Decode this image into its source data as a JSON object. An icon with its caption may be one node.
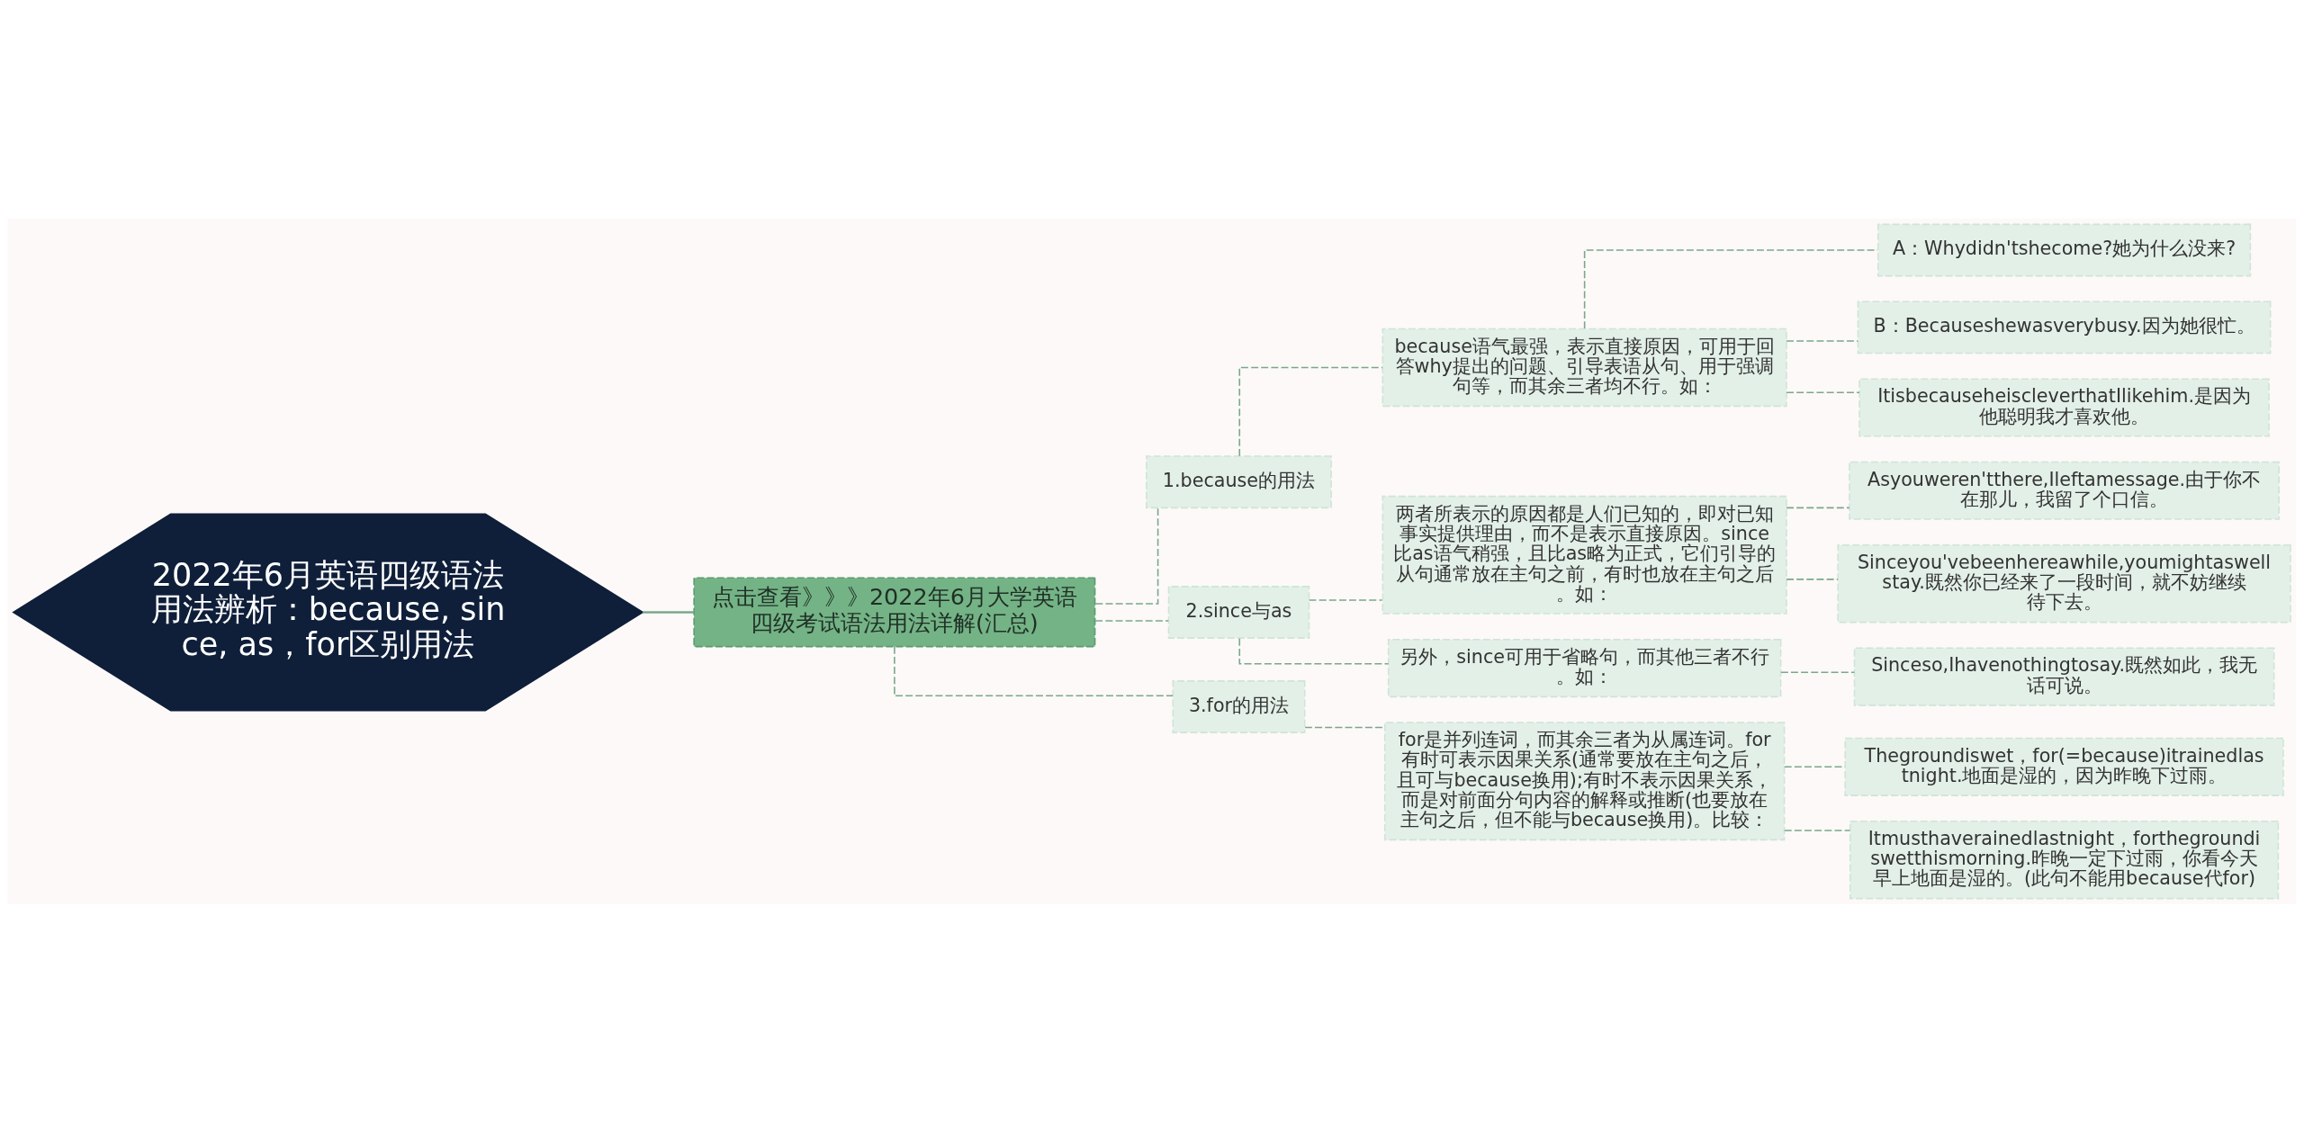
{
  "diagram": {
    "nodes": [
      {
        "text": [
          "2022年6月英语四级语法用法辨析：because, since, as，for区别用法"
        ]
      },
      {
        "text": [
          "点击查看》》》2022年6月大学英语四级考试语法用法详解(汇总)"
        ]
      },
      {
        "text": [
          "1.because的用法"
        ]
      },
      {
        "text": [
          "2.since与as"
        ]
      },
      {
        "text": [
          "3.for的用法"
        ]
      },
      {
        "text": [
          "because语气最强，表示直接原因，可用于回答why提出的问题、引导表语从句、用于强调句等，而其余三者均不行。如："
        ]
      },
      {
        "text": [
          "A：Whydidn'tshecome?她为什么没来?"
        ]
      },
      {
        "text": [
          "B：Becauseshewasverybusy.因为她很忙。"
        ]
      },
      {
        "text": [
          "ItisbecauseheiscleverthatIlikehim.是因为他聪明我才喜欢他。"
        ]
      },
      {
        "text": [
          "两者所表示的原因都是人们已知的，即对已知事实提供理由，而不是表示直接原因。since比as语气稍强，且比as略为正式，它们引导的从句通常放在主句之前，有时也放在主句之后。如："
        ]
      },
      {
        "text": [
          "Asyouweren'tthere,Ileftamessage.由于你不在那儿，我留了个口信。"
        ]
      },
      {
        "text": [
          "Sinceyou'vebeenhereawhile,youmightaswellstay.既然你已经来了一段时间，就不妨继续待下去。"
        ]
      },
      {
        "text": [
          "另外，since可用于省略句，而其他三者不行。如："
        ]
      },
      {
        "text": [
          "Sinceso,Ihavenothingtosay.既然如此，我无话可说。"
        ]
      },
      {
        "text": [
          "for是并列连词，而其余三者为从属连词。for有时可表示因果关系(通常要放在主句之后，且可与because换用);有时不表示因果关系，而是对前面分句内容的解释或推断(也要放在主句之后，但不能与because换用)。比较："
        ]
      },
      {
        "text": [
          "Thegroundiswet，for(=because)itrainedlastnight.地面是湿的，因为昨晚下过雨。"
        ]
      },
      {
        "text": [
          "Itmusthaverainedlastnight，forthegroundiswetthismorning.昨晚一定下过雨，你看今天早上地面是湿的。(此句不能用because代for)"
        ]
      }
    ],
    "edges": [
      {
        "from": 0,
        "to": 1,
        "arrow": "none"
      },
      {
        "from": 1,
        "to": 2,
        "arrow": "none",
        "style": "dashed"
      },
      {
        "from": 1,
        "to": 3,
        "arrow": "none",
        "style": "dashed"
      },
      {
        "from": 1,
        "to": 4,
        "arrow": "none",
        "style": "dashed"
      },
      {
        "from": 2,
        "to": 5,
        "arrow": "none",
        "style": "dashed"
      },
      {
        "from": 5,
        "to": 6,
        "arrow": "none",
        "style": "dashed"
      },
      {
        "from": 5,
        "to": 7,
        "arrow": "none",
        "style": "dashed"
      },
      {
        "from": 5,
        "to": 8,
        "arrow": "none",
        "style": "dashed"
      },
      {
        "from": 3,
        "to": 9,
        "arrow": "none",
        "style": "dashed"
      },
      {
        "from": 9,
        "to": 10,
        "arrow": "none",
        "style": "dashed"
      },
      {
        "from": 9,
        "to": 11,
        "arrow": "none",
        "style": "dashed"
      },
      {
        "from": 3,
        "to": 12,
        "arrow": "none",
        "style": "dashed"
      },
      {
        "from": 12,
        "to": 13,
        "arrow": "none",
        "style": "dashed"
      },
      {
        "from": 4,
        "to": 14,
        "arrow": "none",
        "style": "dashed"
      },
      {
        "from": 14,
        "to": 15,
        "arrow": "none",
        "style": "dashed"
      },
      {
        "from": 14,
        "to": 16,
        "arrow": "none",
        "style": "dashed"
      }
    ]
  }
}
